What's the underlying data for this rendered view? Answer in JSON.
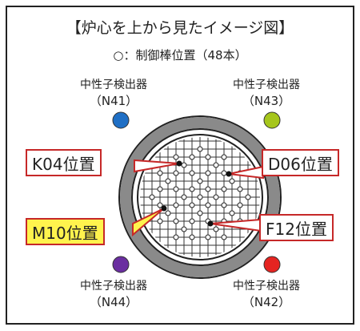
{
  "title": "【炉心を上から見たイメージ図】",
  "legend": "○：制御棒位置（48本）",
  "detectors": {
    "top_left": {
      "name": "中性子検出器",
      "code": "（N41）",
      "color": "#1f6fc5"
    },
    "top_right": {
      "name": "中性子検出器",
      "code": "（N43）",
      "color": "#a6c61c"
    },
    "bottom_left": {
      "name": "中性子検出器",
      "code": "（N44）",
      "color": "#6a2ea0"
    },
    "bottom_right": {
      "name": "中性子検出器",
      "code": "（N42）",
      "color": "#e52421"
    }
  },
  "callouts": {
    "k04": "K04位置",
    "d06": "D06位置",
    "m10": "M10位置",
    "f12": "F12位置"
  },
  "colors": {
    "callout_border": "#c62828",
    "highlight_fill": "#fff34d",
    "vessel_ring": "#8a8a8a"
  }
}
